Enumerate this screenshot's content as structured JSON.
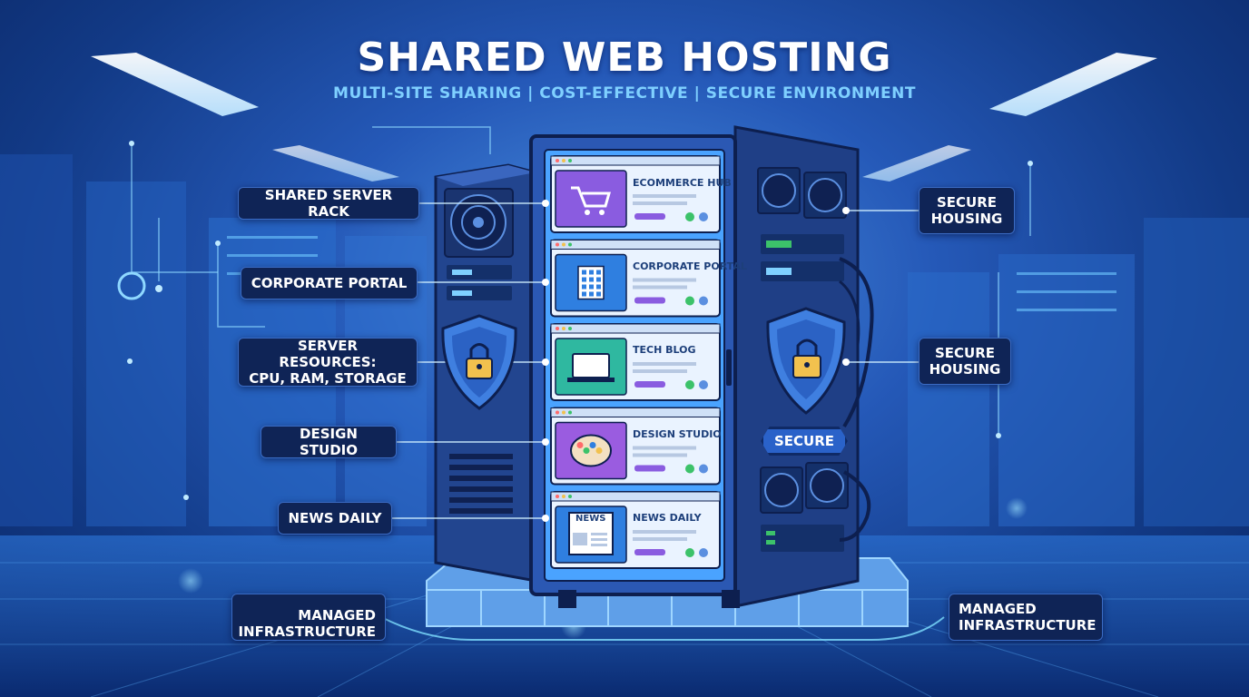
{
  "title": "SHARED WEB HOSTING",
  "subtitle": "MULTI-SITE SHARING | COST-EFFECTIVE | SECURE ENVIRONMENT",
  "labels_left": [
    {
      "id": "shared-server-rack",
      "lines": [
        "SHARED SERVER RACK"
      ]
    },
    {
      "id": "corporate-portal",
      "lines": [
        "CORPORATE PORTAL"
      ]
    },
    {
      "id": "server-resources",
      "lines": [
        "SERVER RESOURCES:",
        "CPU, RAM, STORAGE"
      ]
    },
    {
      "id": "design-studio",
      "lines": [
        "DESIGN STUDIO"
      ]
    },
    {
      "id": "news-daily",
      "lines": [
        "NEWS DAILY"
      ]
    },
    {
      "id": "managed-infrastructure-left",
      "lines": [
        "MANAGED",
        "INFRASTRUCTURE"
      ]
    }
  ],
  "labels_right": [
    {
      "id": "secure-housing-top",
      "lines": [
        "SECURE",
        "HOUSING"
      ]
    },
    {
      "id": "secure-housing-middle",
      "lines": [
        "SECURE",
        "HOUSING"
      ]
    },
    {
      "id": "managed-infrastructure-right",
      "lines": [
        "MANAGED",
        "INFRASTRUCTURE"
      ]
    }
  ],
  "sites": [
    {
      "title": "ECOMMERCE HUB",
      "icon": "shopping-cart-icon",
      "color": "#8a5ce0"
    },
    {
      "title": "CORPORATE PORTAL",
      "icon": "office-building-icon",
      "color": "#2f7fe0"
    },
    {
      "title": "TECH BLOG",
      "icon": "laptop-icon",
      "color": "#2fb8a0"
    },
    {
      "title": "DESIGN STUDIO",
      "icon": "palette-icon",
      "color": "#9a5ce0"
    },
    {
      "title": "NEWS DAILY",
      "icon": "newspaper-icon",
      "color": "#2f7fe0"
    }
  ],
  "news_logo": "NEWS",
  "secure_badge": "SECURE",
  "colors": {
    "accent": "#7fd0ff",
    "label_bg": "#0f2456",
    "rack_dark": "#1b3a7a",
    "check_green": "#3cc26a"
  }
}
